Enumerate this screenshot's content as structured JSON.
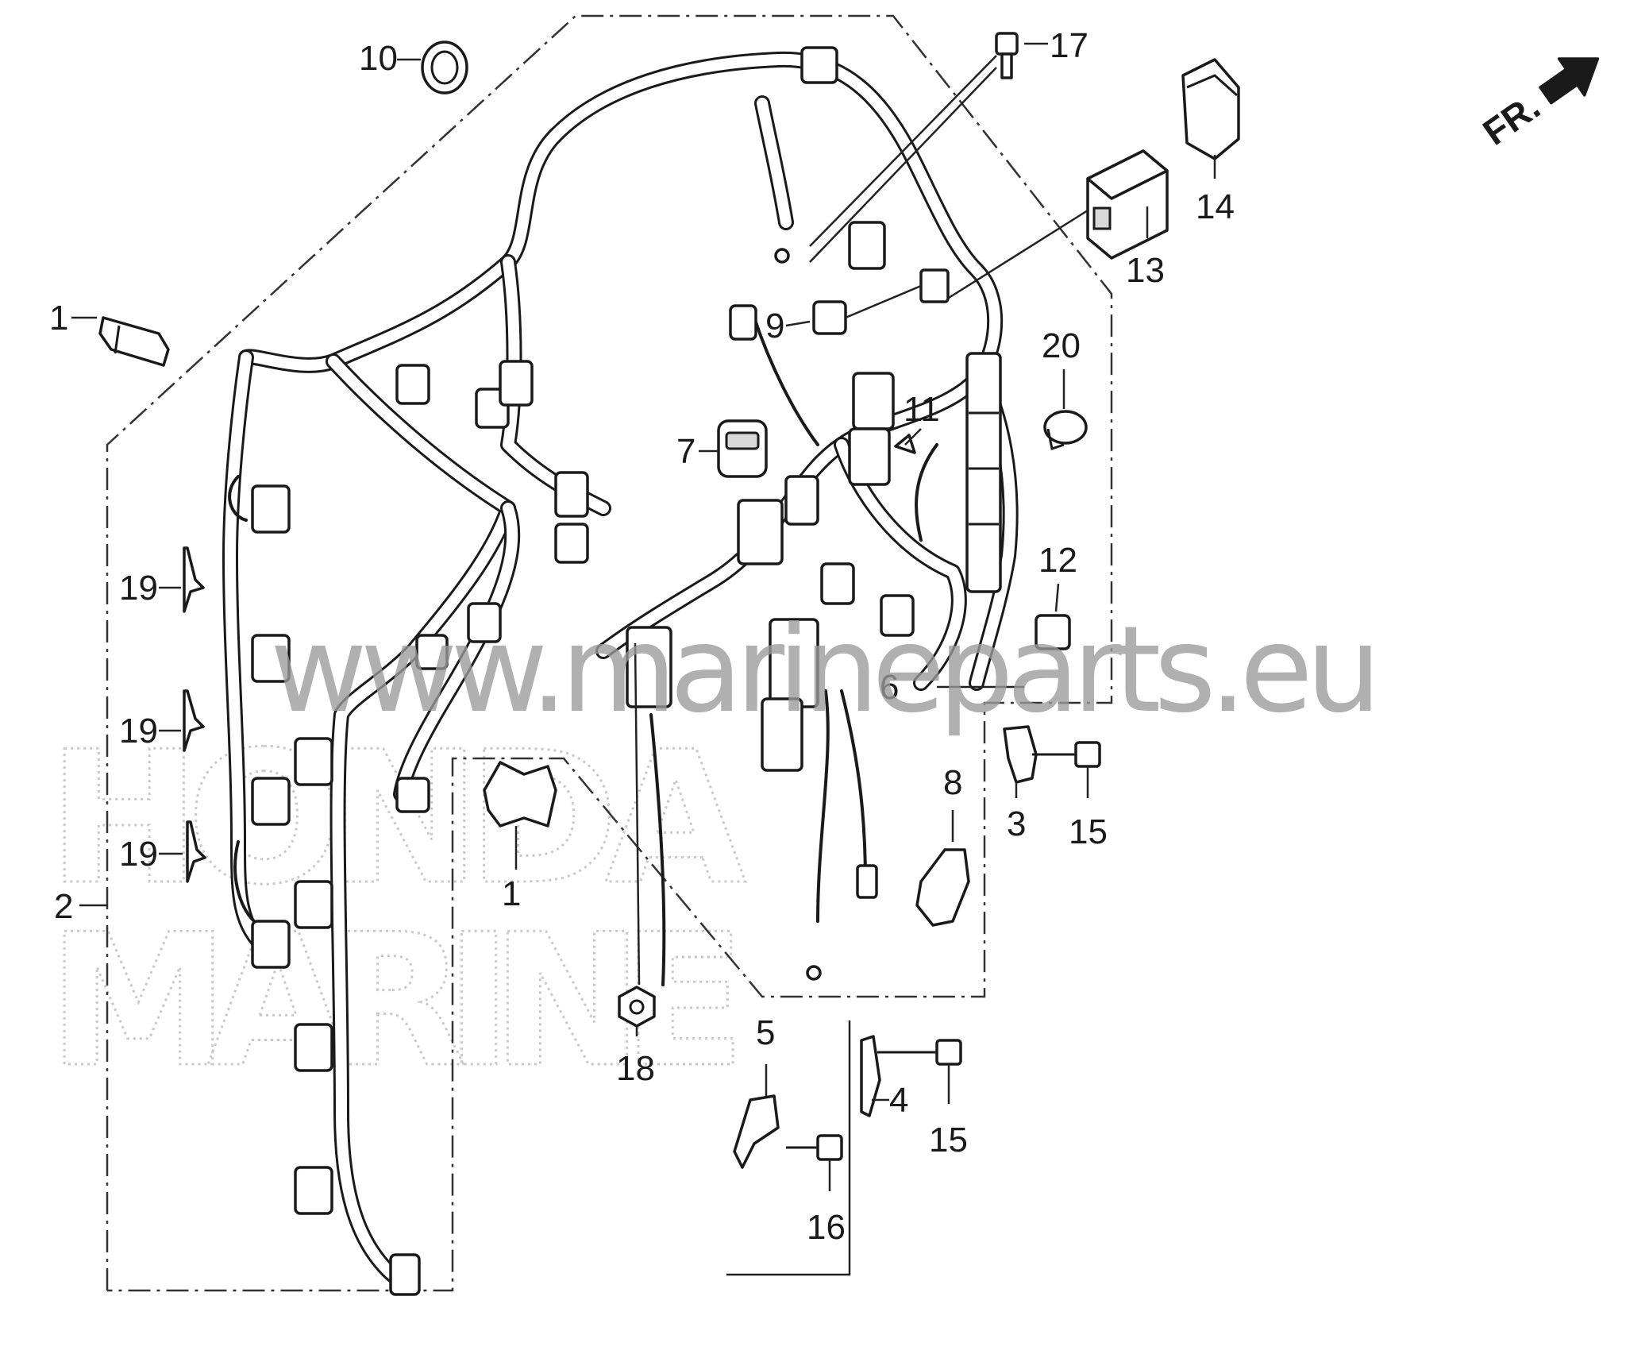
{
  "callouts": [
    {
      "id": "1a",
      "label": "1"
    },
    {
      "id": "1b",
      "label": "1"
    },
    {
      "id": "2",
      "label": "2"
    },
    {
      "id": "3",
      "label": "3"
    },
    {
      "id": "4",
      "label": "4"
    },
    {
      "id": "5",
      "label": "5"
    },
    {
      "id": "6",
      "label": "6"
    },
    {
      "id": "7",
      "label": "7"
    },
    {
      "id": "8",
      "label": "8"
    },
    {
      "id": "9",
      "label": "9"
    },
    {
      "id": "10",
      "label": "10"
    },
    {
      "id": "11",
      "label": "11"
    },
    {
      "id": "12",
      "label": "12"
    },
    {
      "id": "13",
      "label": "13"
    },
    {
      "id": "14",
      "label": "14"
    },
    {
      "id": "15a",
      "label": "15"
    },
    {
      "id": "15b",
      "label": "15"
    },
    {
      "id": "16",
      "label": "16"
    },
    {
      "id": "17",
      "label": "17"
    },
    {
      "id": "18",
      "label": "18"
    },
    {
      "id": "19a",
      "label": "19"
    },
    {
      "id": "19b",
      "label": "19"
    },
    {
      "id": "19c",
      "label": "19"
    },
    {
      "id": "20",
      "label": "20"
    }
  ],
  "direction_label": "FR.",
  "watermark": {
    "url": "www.marineparts.eu",
    "brand_line1": "HONDA",
    "brand_line2": "MARINE"
  }
}
